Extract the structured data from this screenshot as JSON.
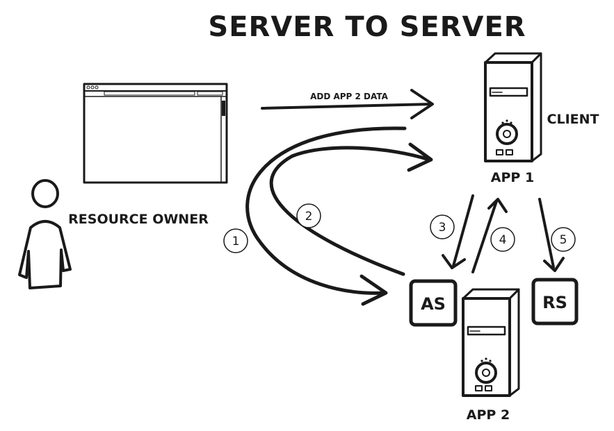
{
  "title": "SERVER TO SERVER",
  "labels": {
    "resource_owner": "RESOURCE OWNER",
    "client": "CLIENT",
    "app1": "APP 1",
    "app2": "APP 2",
    "as": "AS",
    "rs": "RS",
    "arrow_caption": "ADD APP 2 DATA"
  },
  "steps": [
    "1",
    "2",
    "3",
    "4",
    "5"
  ]
}
